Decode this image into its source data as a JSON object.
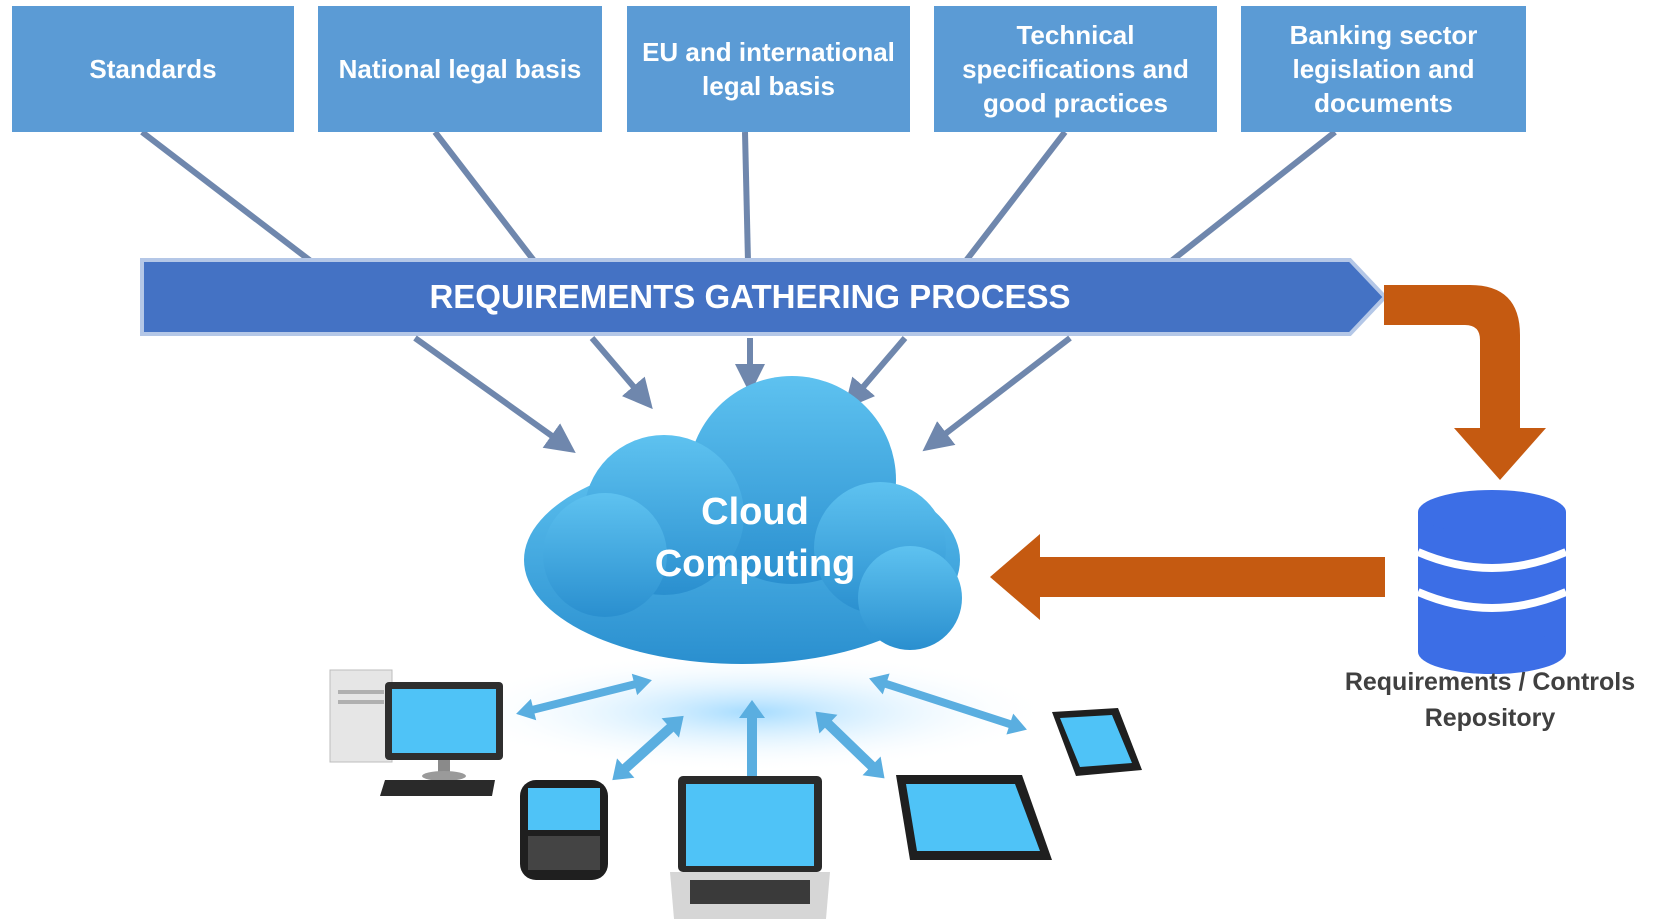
{
  "sources": [
    {
      "lines": [
        "Standards"
      ]
    },
    {
      "lines": [
        "National legal basis"
      ]
    },
    {
      "lines": [
        "EU and international",
        "legal basis"
      ]
    },
    {
      "lines": [
        "Technical",
        "specifications and",
        "good practices"
      ]
    },
    {
      "lines": [
        "Banking sector",
        "legislation and",
        "documents"
      ]
    }
  ],
  "process": {
    "label": "REQUIREMENTS GATHERING PROCESS"
  },
  "cloud": {
    "line1": "Cloud",
    "line2": "Computing"
  },
  "repository": {
    "line1": "Requirements / Controls",
    "line2": "Repository"
  },
  "devices": [
    "desktop-computer",
    "smartphone-keyboard",
    "laptop",
    "tablet",
    "smartphone"
  ],
  "colors": {
    "box_fill": "#5b9bd5",
    "banner_fill": "#4472c4",
    "banner_border": "#b4c7e7",
    "connector": "#6f87ad",
    "orange_arrow": "#c55a11",
    "cloud_fill": "#3ea4dd",
    "db_fill": "#3c6ee6",
    "screen": "#4fc3f7",
    "device_arrow": "#5aaee0"
  }
}
